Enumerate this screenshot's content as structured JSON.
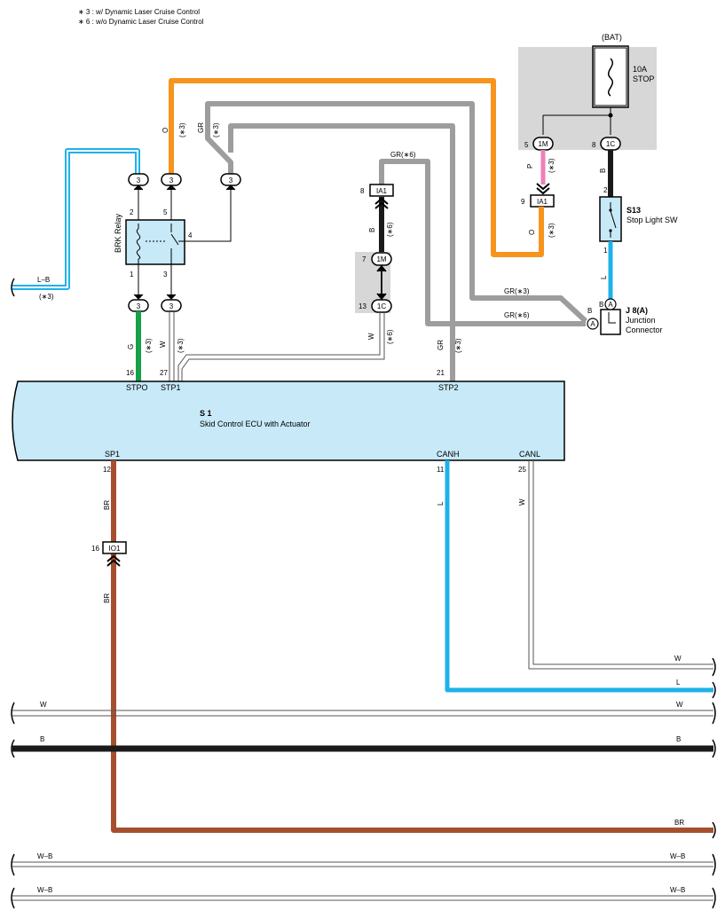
{
  "notes": [
    "∗ 3 : w/ Dynamic Laser Cruise Control",
    "∗ 6 : w/o Dynamic Laser Cruise Control"
  ],
  "colors": {
    "orange": "#f7941d",
    "gray": "#9d9d9d",
    "blue": "#1fb1e9",
    "green": "#13a24a",
    "black": "#1a1a1a",
    "brown": "#a64f2e",
    "pink": "#ee7fb8",
    "ecu_fill": "#c7e9f8",
    "shade": "#d7d7d7"
  },
  "bat": {
    "label": "(BAT)",
    "fuse_label_1": "10A",
    "fuse_label_2": "STOP"
  },
  "brk_relay": {
    "label": "BRK Relay",
    "pins": {
      "p1": "1",
      "p2": "2",
      "p3": "3",
      "p4": "4",
      "p5": "5"
    }
  },
  "stop_switch": {
    "id": "S13",
    "name": "Stop Light SW",
    "pin_top": "2",
    "pin_bottom": "1"
  },
  "junction": {
    "id": "J 8(A)",
    "name_1": "Junction",
    "name_2": "Connector",
    "conn": "A",
    "pin_b1": "B",
    "pin_b2": "B"
  },
  "ecu": {
    "id": "S 1",
    "name": "Skid Control ECU with Actuator",
    "pins_top": [
      {
        "name": "STPO",
        "num": "16"
      },
      {
        "name": "STP1",
        "num": "27"
      },
      {
        "name": "STP2",
        "num": "21"
      }
    ],
    "pins_bottom": [
      {
        "name": "SP1",
        "num": "12"
      },
      {
        "name": "CANH",
        "num": "11"
      },
      {
        "name": "CANL",
        "num": "25"
      }
    ]
  },
  "connectors": {
    "c3": "3",
    "ia1": "IA1",
    "io1": "IO1",
    "c1m": "1M",
    "c1c": "1C",
    "A": "A"
  },
  "pin_numbers": {
    "ia1_upper": "8",
    "ia1_lower": "9",
    "c1m_mid": "7",
    "c1c_mid": "13",
    "c1m_top": "5",
    "c1c_top": "8",
    "io1": "16"
  },
  "wire_labels": {
    "O": "O",
    "GR": "GR",
    "W": "W",
    "B": "B",
    "L": "L",
    "G": "G",
    "P": "P",
    "BR": "BR",
    "LB": "L–B",
    "WB": "W–B",
    "GR6": "GR(∗6)",
    "GR3": "GR(∗3)",
    "s3": "(∗3)",
    "s6": "(∗6)"
  }
}
